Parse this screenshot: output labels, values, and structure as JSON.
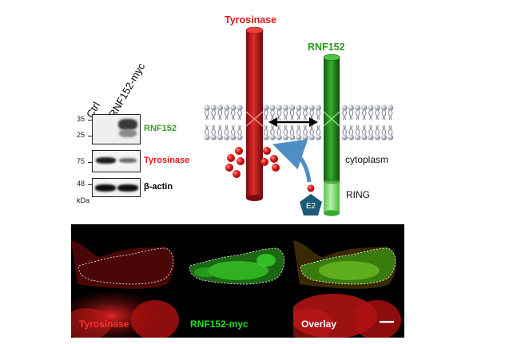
{
  "western_blot": {
    "lanes": [
      "Ctrl",
      "RNF152-myc"
    ],
    "markers": [
      "35",
      "25",
      "75",
      "48",
      "kDa"
    ],
    "bands": [
      {
        "label": "RNF152",
        "color": "#3a9a2a"
      },
      {
        "label": "Tyrosinase",
        "color": "#e01818"
      },
      {
        "label": "β-actin",
        "color": "#000000"
      }
    ]
  },
  "diagram": {
    "tyrosinase_label": "Tyrosinase",
    "rnf152_label": "RNF152",
    "cytoplasm_label": "cytoplasm",
    "ring_label": "RING",
    "e2_label": "E2",
    "colors": {
      "tyrosinase": "#c41414",
      "rnf152": "#2a9a20",
      "ubiquitin": "#e01818",
      "e2": "#1e5a78",
      "arrow": "#4f8ec4"
    }
  },
  "micrographs": [
    {
      "label": "Tyrosinase",
      "color": "#ff3030"
    },
    {
      "label": "RNF152-myc",
      "color": "#20e020"
    },
    {
      "label": "Overlay",
      "color": "#ffffff"
    }
  ]
}
